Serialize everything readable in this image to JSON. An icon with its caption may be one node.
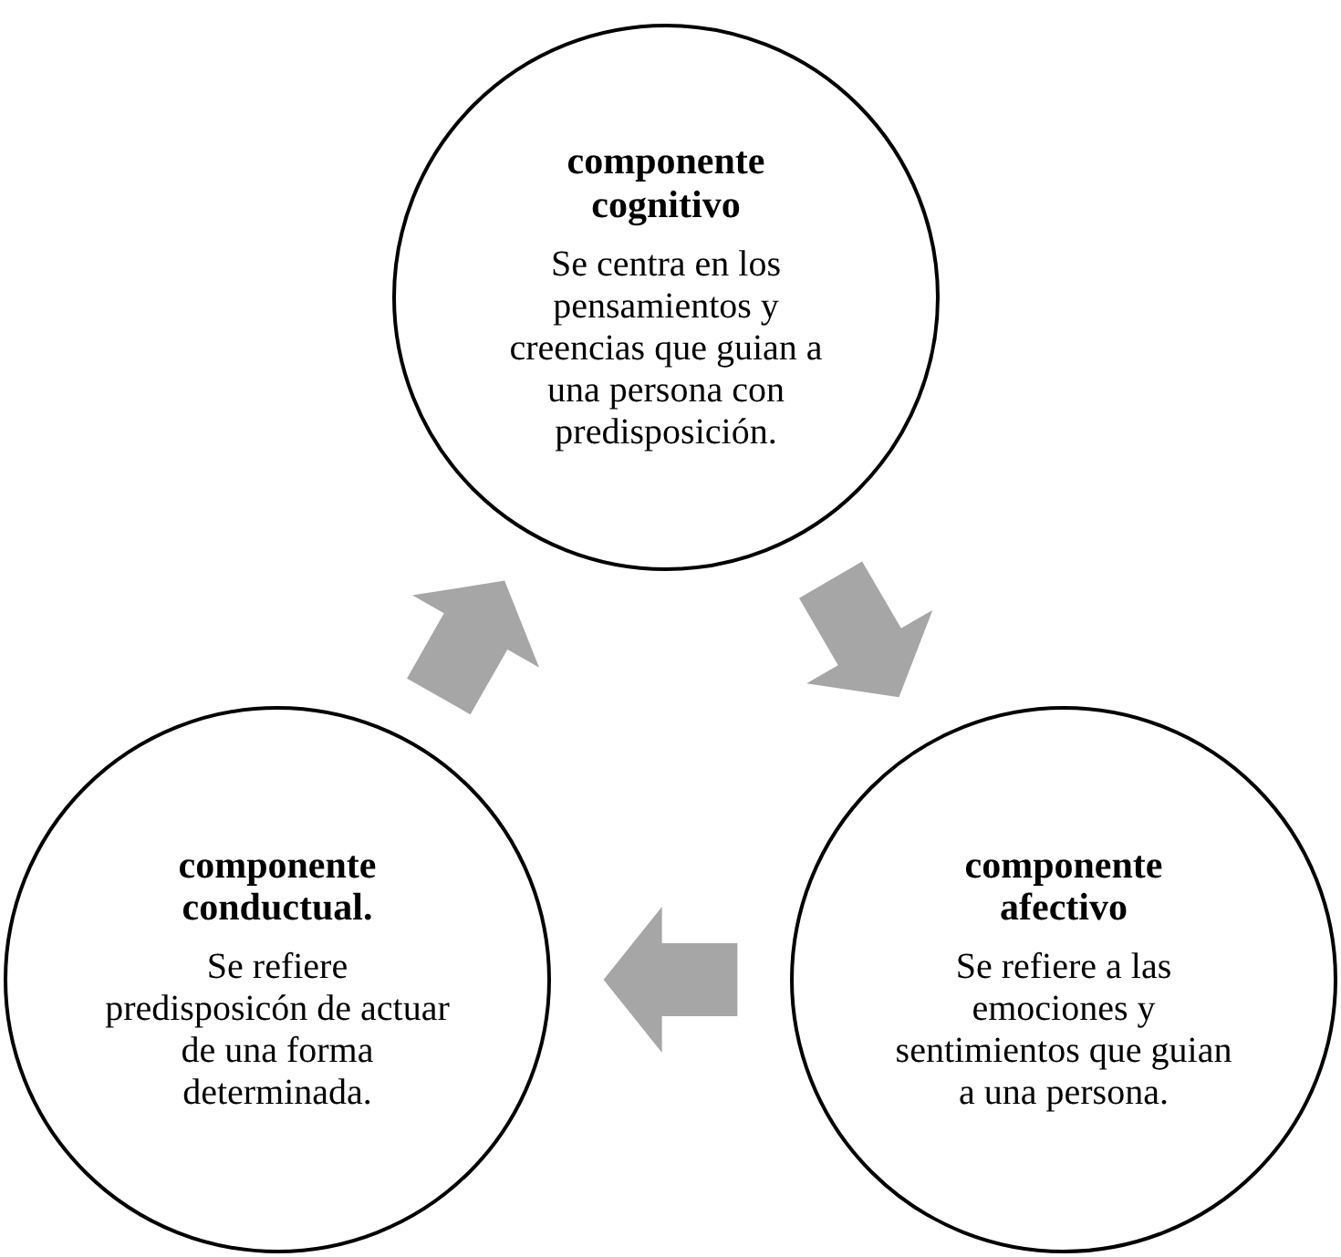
{
  "diagram": {
    "nodes": [
      {
        "text": [
          "componente cognitivo",
          "Se centra en los pensamientos y creencias que guian a una persona con predisposición."
        ]
      },
      {
        "text": [
          "componente conductual.",
          "Se refiere predisposicón de actuar de una forma determinada."
        ]
      },
      {
        "text": [
          "componente afectivo",
          "Se refiere a las emociones y sentimientos que guian a una persona."
        ]
      }
    ],
    "edges": [
      {
        "from": 1,
        "to": 0,
        "arrow": "to"
      },
      {
        "from": 0,
        "to": 2,
        "arrow": "to"
      },
      {
        "from": 2,
        "to": 1,
        "arrow": "to"
      }
    ]
  }
}
